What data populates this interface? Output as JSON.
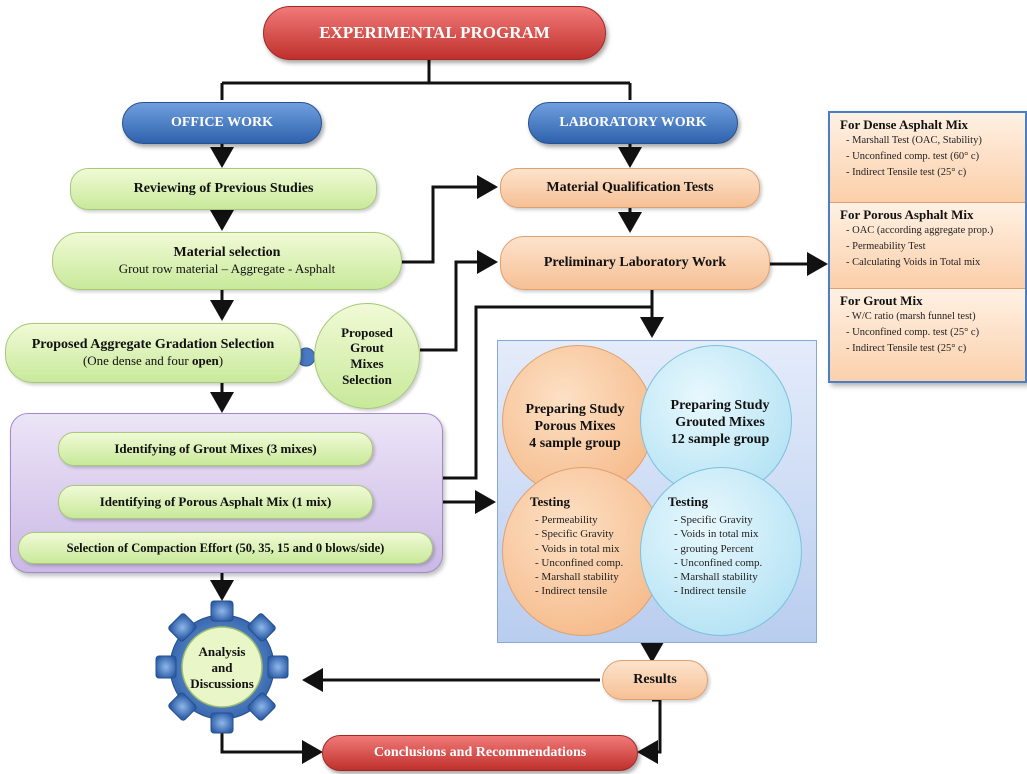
{
  "title": "EXPERIMENTAL PROGRAM",
  "office": {
    "header": "OFFICE WORK",
    "reviewing": "Reviewing of Previous Studies",
    "material_selection": "Material selection",
    "material_selection_sub": "Grout row material – Aggregate - Asphalt",
    "gradation": "Proposed Aggregate Gradation Selection",
    "gradation_sub_a": "(One dense and four ",
    "gradation_sub_b": "open",
    "gradation_sub_c": ")",
    "grout_selection": [
      "Proposed",
      "Grout",
      "Mixes",
      "Selection"
    ],
    "grout_mixes": "Identifying of Grout Mixes (3 mixes)",
    "porous_mix": "Identifying of Porous Asphalt Mix (1 mix)",
    "compaction": "Selection of Compaction Effort (50, 35, 15 and 0 blows/side)",
    "analysis": [
      "Analysis",
      "and",
      "Discussions"
    ]
  },
  "lab": {
    "header": "LABORATORY WORK",
    "qualification": "Material Qualification Tests",
    "preliminary": "Preliminary Laboratory Work",
    "results": "Results"
  },
  "conclusions": "Conclusions and Recommendations",
  "circles": {
    "porous_title": [
      "Preparing Study",
      "Porous Mixes",
      "4 sample group"
    ],
    "grouted_title": [
      "Preparing Study",
      "Grouted Mixes",
      "12 sample group"
    ],
    "testing_left_title": "Testing",
    "testing_left_items": [
      "- Permeability",
      "- Specific Gravity",
      "- Voids in total mix",
      "- Unconfined comp.",
      "- Marshall stability",
      "- Indirect tensile"
    ],
    "testing_right_title": "Testing",
    "testing_right_items": [
      "- Specific Gravity",
      "- Voids in total mix",
      "- grouting Percent",
      "- Unconfined comp.",
      "- Marshall stability",
      "- Indirect tensile"
    ]
  },
  "side_panel": {
    "dense_title": "For Dense Asphalt Mix",
    "dense_items": [
      "-  Marshall Test (OAC, Stability)",
      "-  Unconfined comp. test (60° c)",
      "-  Indirect Tensile test (25° c)"
    ],
    "porous_title": "For Porous Asphalt Mix",
    "porous_items": [
      "-  OAC (according aggregate prop.)",
      "-  Permeability Test",
      "-  Calculating Voids in Total mix"
    ],
    "grout_title": "For Grout Mix",
    "grout_items": [
      "-  W/C ratio (marsh funnel test)",
      "-  Unconfined comp. test (25° c)",
      "-  Indirect Tensile test (25° c)"
    ]
  },
  "colors": {
    "red": "#c0302c",
    "blue": "#2f62ad",
    "green": "#c8e99a",
    "orange": "#f6c095",
    "purple_panel": "#d9cdec",
    "lab_panel": "#c9d9f4",
    "circle_orange": "#f8c79c",
    "circle_blue": "#bfe7f7"
  }
}
